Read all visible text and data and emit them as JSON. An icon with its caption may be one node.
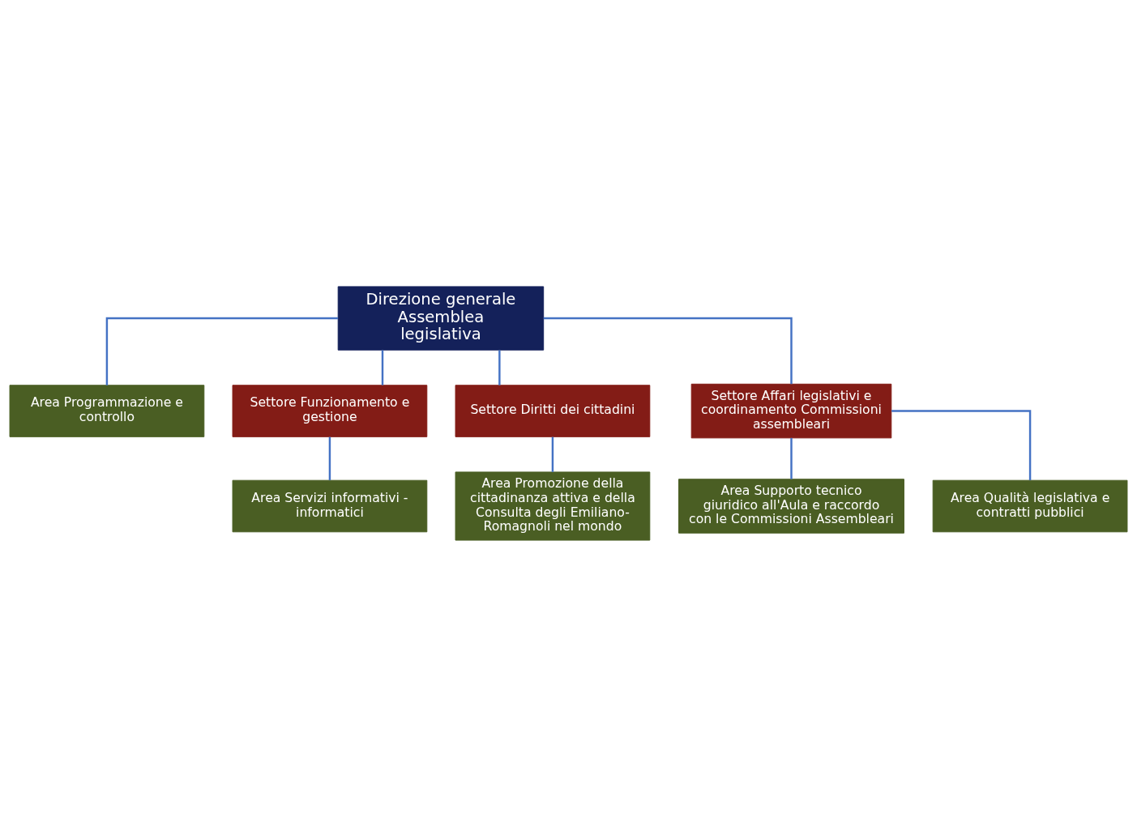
{
  "diagram": {
    "nodes": [
      {
        "text": [
          "Direzione generale Assemblea legislativa"
        ]
      },
      {
        "text": [
          "Area Programmazione e controllo"
        ]
      },
      {
        "text": [
          "Settore Funzionamento e gestione"
        ]
      },
      {
        "text": [
          "Settore Diritti dei cittadini"
        ]
      },
      {
        "text": [
          "Settore Affari legislativi e coordinamento Commissioni assembleari"
        ]
      },
      {
        "text": [
          "Area Servizi informativi - informatici"
        ]
      },
      {
        "text": [
          "Area Promozione della cittadinanza attiva e della Consulta degli Emiliano-Romagnoli nel mondo"
        ]
      },
      {
        "text": [
          "Area Supporto tecnico giuridico all'Aula e raccordo con le Commissioni Assembleari"
        ]
      },
      {
        "text": [
          "Area Qualità legislativa e contratti pubblici"
        ]
      }
    ],
    "edges": [
      {
        "from": 0,
        "to": 1,
        "arrow": "none"
      },
      {
        "from": 0,
        "to": 2,
        "arrow": "none"
      },
      {
        "from": 0,
        "to": 3,
        "arrow": "none"
      },
      {
        "from": 0,
        "to": 4,
        "arrow": "none"
      },
      {
        "from": 2,
        "to": 5,
        "arrow": "none"
      },
      {
        "from": 3,
        "to": 6,
        "arrow": "none"
      },
      {
        "from": 4,
        "to": 7,
        "arrow": "none"
      },
      {
        "from": 4,
        "to": 8,
        "arrow": "none"
      }
    ]
  }
}
